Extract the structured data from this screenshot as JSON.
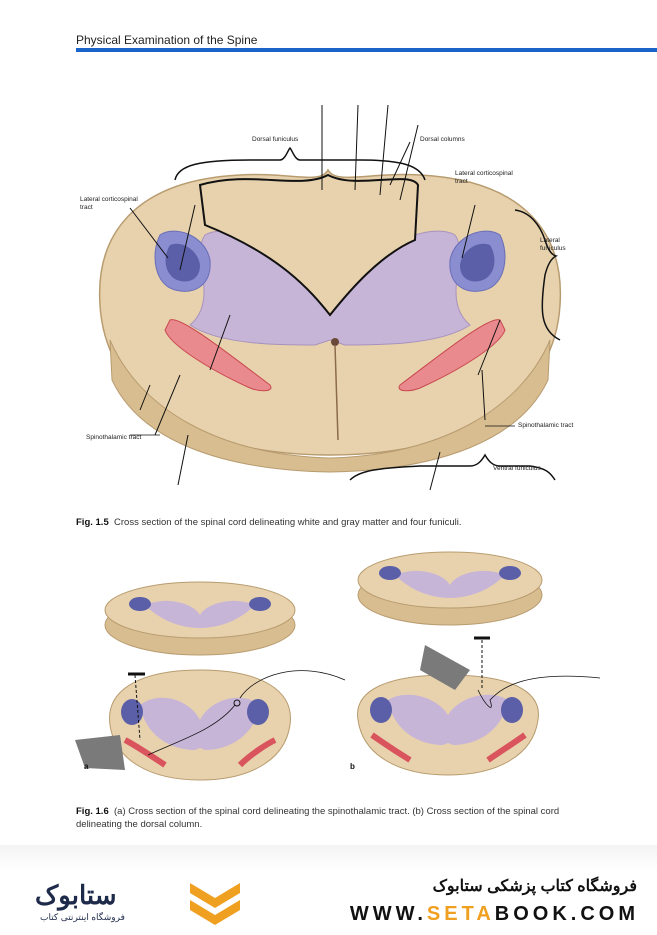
{
  "header": {
    "title": "Physical Examination of the Spine"
  },
  "fig15": {
    "labels": {
      "dorsal_funiculus": "Dorsal funiculus",
      "dorsal_columns": "Dorsal columns",
      "lateral_cst_left": "Lateral corticospinal tract",
      "lateral_cst_right": "Lateral corticospinal tract",
      "lateral_funiculus": "Lateral funiculus",
      "spinothalamic_left": "Spinothalamic tract",
      "spinothalamic_right": "Spinothalamic tract",
      "ventral_funiculus": "Ventral funiculus"
    },
    "caption_num": "Fig. 1.5",
    "caption_text": "Cross section of the spinal cord delineating white and gray matter and four funiculi."
  },
  "fig16": {
    "panel_a": "a",
    "panel_b": "b",
    "caption_num": "Fig. 1.6",
    "caption_text": "(a) Cross section of the spinal cord delineating the spinothalamic tract. (b) Cross section of the spinal cord delineating the dorsal column."
  },
  "footer": {
    "logo": "ستابوک",
    "logo_sub": "فروشگاه اینترنتی کتاب",
    "shop_title": "فروشگاه کتاب پزشکی ستابوک",
    "url_pre": "WWW.",
    "url_accent": "SETA",
    "url_post": "BOOK.COM"
  },
  "colors": {
    "accent": "#1a63c9",
    "white_matter": "#e8d2ad",
    "gray_matter": "#c7b5d8",
    "tract_blue": "#5a5fa8",
    "tract_red": "#d9545c"
  }
}
